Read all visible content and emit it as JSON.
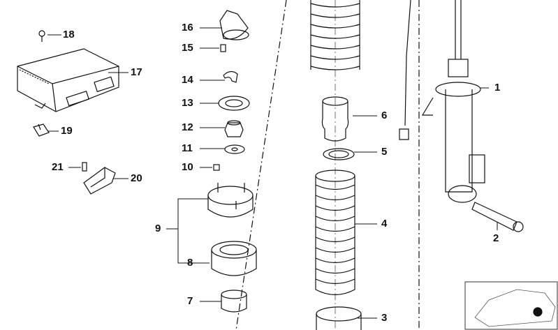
{
  "diagram": {
    "type": "parts exploded view",
    "callouts": [
      {
        "id": "1",
        "label": "1"
      },
      {
        "id": "2",
        "label": "2"
      },
      {
        "id": "3",
        "label": "3"
      },
      {
        "id": "4",
        "label": "4"
      },
      {
        "id": "5",
        "label": "5"
      },
      {
        "id": "6",
        "label": "6"
      },
      {
        "id": "7",
        "label": "7"
      },
      {
        "id": "8",
        "label": "8"
      },
      {
        "id": "9",
        "label": "9"
      },
      {
        "id": "10",
        "label": "10"
      },
      {
        "id": "11",
        "label": "11"
      },
      {
        "id": "12",
        "label": "12"
      },
      {
        "id": "13",
        "label": "13"
      },
      {
        "id": "14",
        "label": "14"
      },
      {
        "id": "15",
        "label": "15"
      },
      {
        "id": "16",
        "label": "16"
      },
      {
        "id": "17",
        "label": "17"
      },
      {
        "id": "18",
        "label": "18"
      },
      {
        "id": "19",
        "label": "19"
      },
      {
        "id": "20",
        "label": "20"
      },
      {
        "id": "21",
        "label": "21"
      }
    ]
  }
}
